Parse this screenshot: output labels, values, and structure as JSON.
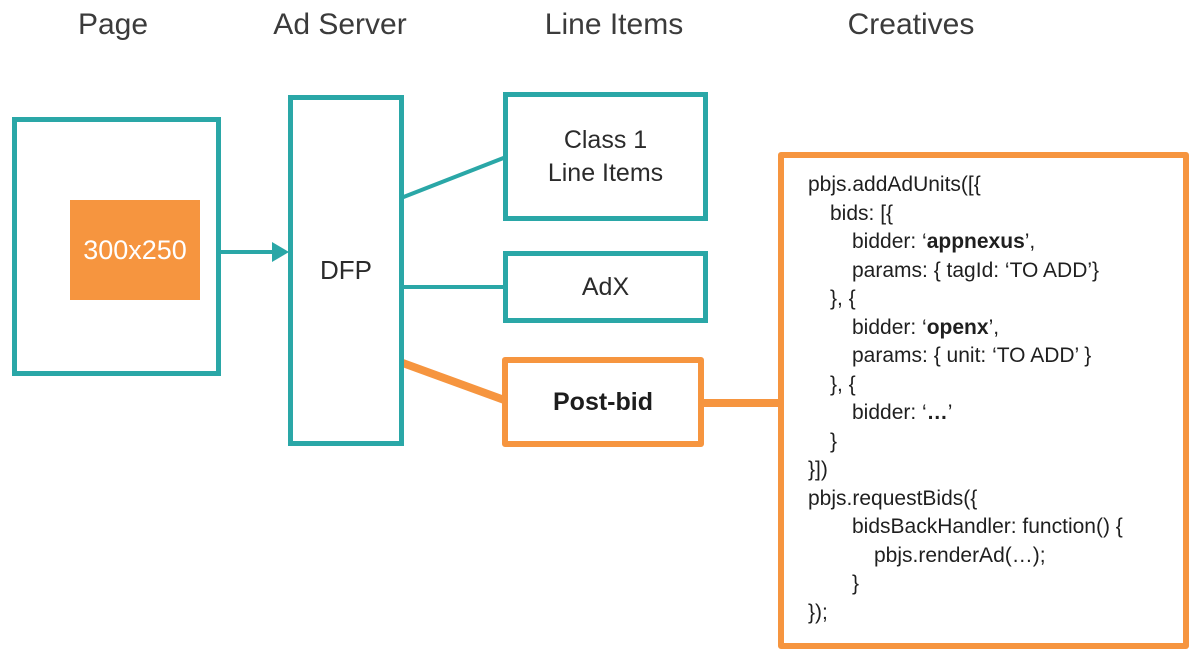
{
  "colors": {
    "teal": "#2aa7a7",
    "orange": "#f6953f",
    "heading_text": "#3b3b3b",
    "code_text": "#1f1f1f"
  },
  "headers": {
    "page": "Page",
    "ad_server": "Ad Server",
    "line_items": "Line Items",
    "creatives": "Creatives"
  },
  "nodes": {
    "ad_slot": "300x250",
    "dfp": "DFP",
    "class1": "Class 1\nLine Items",
    "adx": "AdX",
    "postbid": "Post-bid"
  },
  "code": {
    "lines": [
      {
        "indent": 0,
        "segments": [
          {
            "text": "pbjs.addAdUnits([{"
          }
        ]
      },
      {
        "indent": 1,
        "segments": [
          {
            "text": "bids: [{"
          }
        ]
      },
      {
        "indent": 2,
        "segments": [
          {
            "text": "bidder: ‘"
          },
          {
            "text": "appnexus",
            "bold": true
          },
          {
            "text": "’,"
          }
        ]
      },
      {
        "indent": 2,
        "segments": [
          {
            "text": "params: { tagId: ‘TO ADD’}"
          }
        ]
      },
      {
        "indent": 1,
        "segments": [
          {
            "text": "}, {"
          }
        ]
      },
      {
        "indent": 2,
        "segments": [
          {
            "text": "bidder: ‘"
          },
          {
            "text": "openx",
            "bold": true
          },
          {
            "text": "’,"
          }
        ]
      },
      {
        "indent": 2,
        "segments": [
          {
            "text": "params: { unit: ‘TO ADD’ }"
          }
        ]
      },
      {
        "indent": 1,
        "segments": [
          {
            "text": "}, {"
          }
        ]
      },
      {
        "indent": 2,
        "segments": [
          {
            "text": "bidder: ‘"
          },
          {
            "text": "…",
            "bold": true
          },
          {
            "text": "’"
          }
        ]
      },
      {
        "indent": 1,
        "segments": [
          {
            "text": "}"
          }
        ]
      },
      {
        "indent": 0,
        "segments": [
          {
            "text": "}])"
          }
        ]
      },
      {
        "indent": 0,
        "segments": [
          {
            "text": "pbjs.requestBids({"
          }
        ]
      },
      {
        "indent": 2,
        "segments": [
          {
            "text": "bidsBackHandler: function() {"
          }
        ]
      },
      {
        "indent": 3,
        "segments": [
          {
            "text": "pbjs.renderAd(…);"
          }
        ]
      },
      {
        "indent": 2,
        "segments": [
          {
            "text": "}"
          }
        ]
      },
      {
        "indent": 0,
        "segments": [
          {
            "text": "});"
          }
        ]
      }
    ]
  }
}
